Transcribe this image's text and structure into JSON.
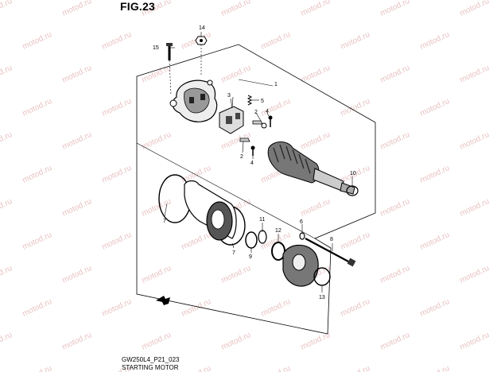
{
  "figure": {
    "title": "FIG.23"
  },
  "watermark": {
    "text": "motod.ru",
    "color": "#e9c3c3"
  },
  "captions": {
    "code": "GW250L4_P21_023",
    "name": "STARTING MOTOR"
  },
  "callouts": {
    "c1": "1",
    "c2a": "2",
    "c2b": "2",
    "c3": "3",
    "c4a": "4",
    "c4b": "4",
    "c5": "5",
    "c6": "6",
    "c7a": "7",
    "c7b": "7",
    "c8": "8",
    "c9": "9",
    "c10": "10",
    "c11": "11",
    "c12": "12",
    "c13": "13",
    "c14": "14",
    "c15": "15"
  }
}
